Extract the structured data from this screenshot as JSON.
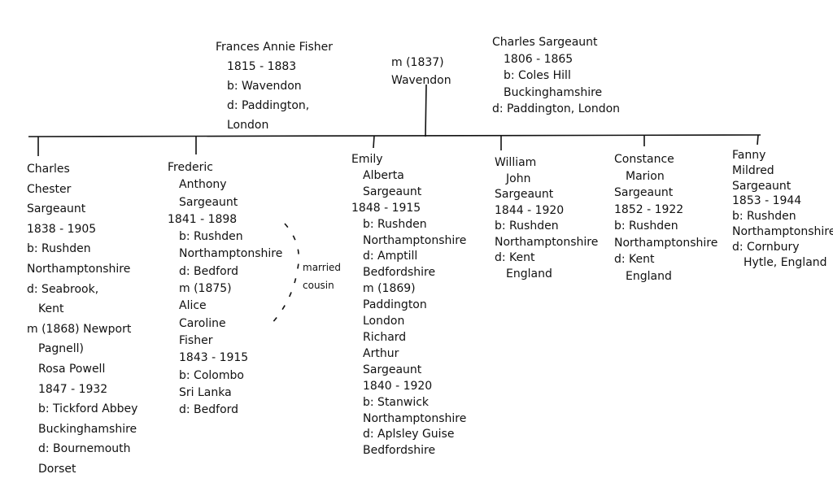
{
  "parents": {
    "mother": [
      "Frances Annie Fisher",
      "1815 - 1883",
      "b: Wavendon",
      "d: Paddington,",
      "London"
    ],
    "marriage": [
      "m (1837)",
      "Wavendon"
    ],
    "father": [
      "Charles Sargeaunt",
      "1806 - 1865",
      "b: Coles Hill",
      "Buckinghamshire",
      "d: Paddington, London"
    ]
  },
  "children": [
    [
      "Charles",
      "Chester",
      "Sargeaunt",
      "1838 - 1905",
      "b: Rushden",
      "Northamptonshire",
      "d: Seabrook,",
      "Kent",
      "m (1868) Newport",
      "Pagnell)",
      "Rosa Powell",
      "1847 - 1932",
      "b: Tickford Abbey",
      "Buckinghamshire",
      "d: Bournemouth",
      "Dorset"
    ],
    [
      "Frederic",
      "Anthony",
      "Sargeaunt",
      "1841 - 1898",
      "b: Rushden",
      "Northamptonshire",
      "d: Bedford",
      "m (1875)",
      "Alice",
      "Caroline",
      "Fisher",
      "1843 - 1915",
      "b: Colombo",
      "Sri Lanka",
      "d: Bedford"
    ],
    [
      "Emily",
      "Alberta",
      "Sargeaunt",
      "1848 - 1915",
      "b: Rushden",
      "Northamptonshire",
      "d: Amptill",
      "Bedfordshire",
      "m (1869)",
      "Paddington",
      "London",
      "Richard",
      "Arthur",
      "Sargeaunt",
      "1840 - 1920",
      "b: Stanwick",
      "Northamptonshire",
      "d: Aplsley Guise",
      "Bedfordshire"
    ],
    [
      "William",
      "John",
      "Sargeaunt",
      "1844 - 1920",
      "b: Rushden",
      "Northamptonshire",
      "d: Kent",
      "England"
    ],
    [
      "Constance",
      "Marion",
      "Sargeaunt",
      "1852 - 1922",
      "b: Rushden",
      "Northamptonshire",
      "d: Kent",
      "England"
    ],
    [
      "Fanny",
      "Mildred",
      "Sargeaunt",
      "1853 - 1944",
      "b: Rushden",
      "Northamptonshire",
      "d: Cornbury",
      "Hytle, England"
    ]
  ],
  "annotation": [
    "married",
    "cousin"
  ]
}
